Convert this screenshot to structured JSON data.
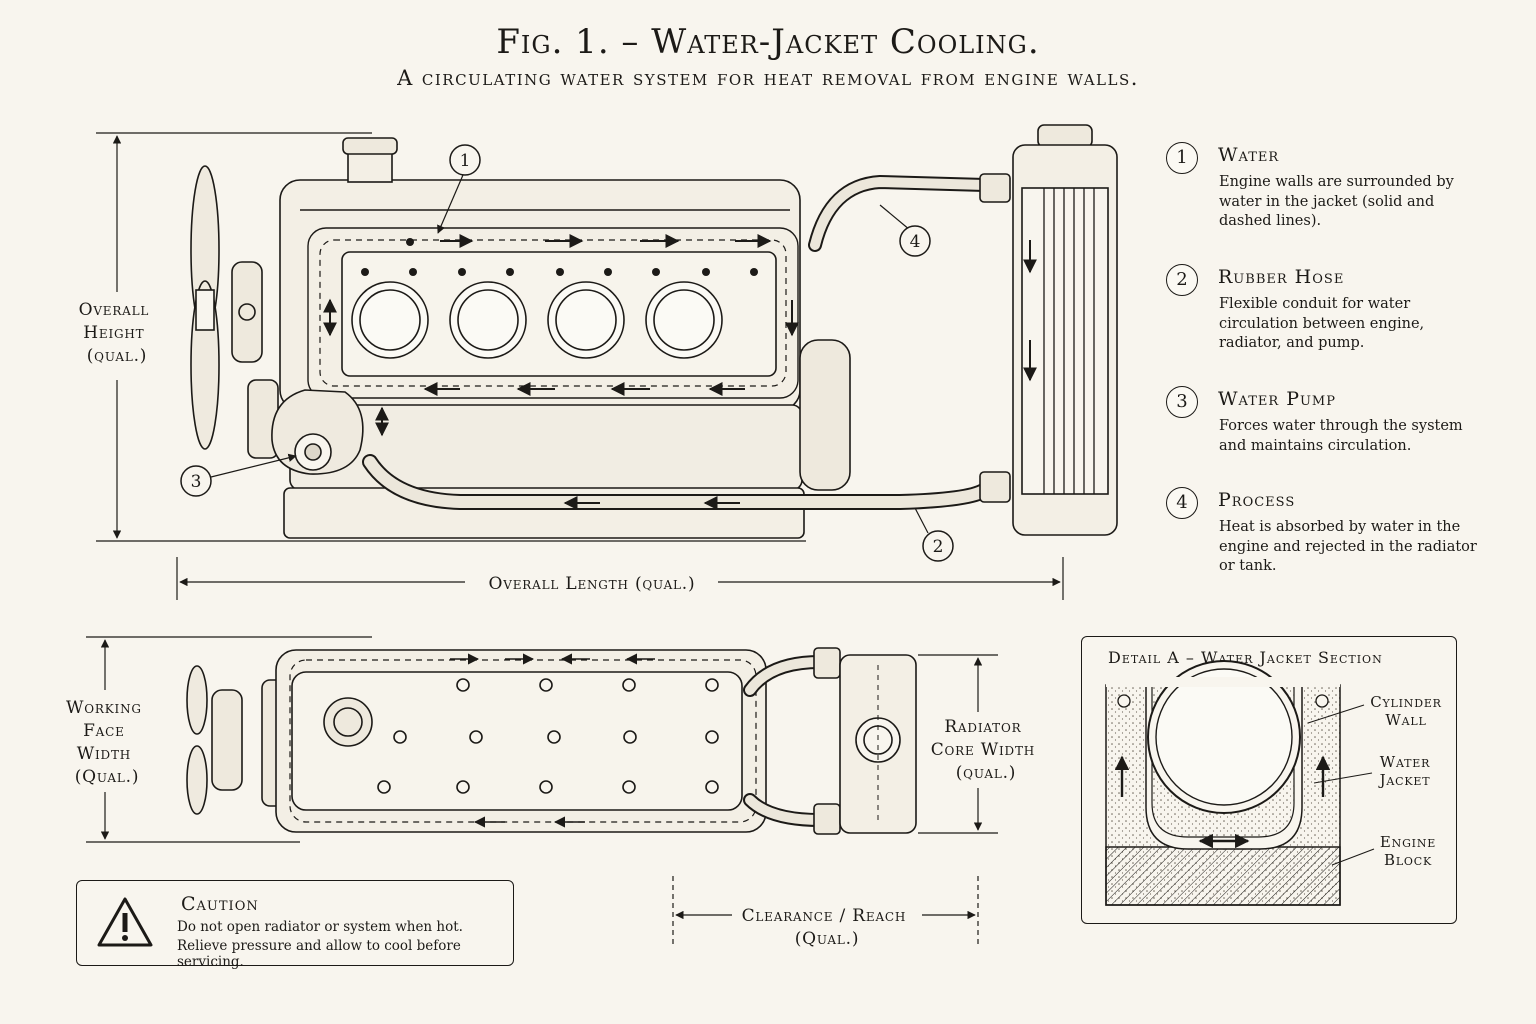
{
  "header": {
    "title": "Fig. 1. – Water-Jacket Cooling.",
    "subtitle": "A circulating water system for heat removal from engine walls."
  },
  "callouts": [
    "1",
    "2",
    "3",
    "4"
  ],
  "dimensions": {
    "overall_height": [
      "Overall",
      "Height",
      "(qual.)"
    ],
    "overall_length": "Overall Length (qual.)",
    "working_face_width": [
      "Working",
      "Face",
      "Width",
      "(Qual.)"
    ],
    "radiator_core_width": [
      "Radiator",
      "Core Width",
      "(qual.)"
    ],
    "clearance_reach": [
      "Clearance / Reach",
      "(Qual.)"
    ]
  },
  "legend": [
    {
      "num": "1",
      "title": "Water",
      "desc": "Engine walls are surrounded by water in the jacket (solid and dashed lines)."
    },
    {
      "num": "2",
      "title": "Rubber Hose",
      "desc": "Flexible conduit for water circulation between engine, radiator, and pump."
    },
    {
      "num": "3",
      "title": "Water Pump",
      "desc": "Forces water through the system and maintains circulation."
    },
    {
      "num": "4",
      "title": "Process",
      "desc": "Heat is absorbed by water in the engine and rejected in the radiator or tank."
    }
  ],
  "caution": {
    "title": "Caution",
    "line1": "Do not open radiator or system when hot.",
    "line2": "Relieve pressure and allow to cool before servicing.",
    "icon": "warning-triangle-icon"
  },
  "detail": {
    "title": "Detail A – Water Jacket Section",
    "labels": {
      "cylinder_wall": [
        "Cylinder",
        "Wall"
      ],
      "water_jacket": [
        "Water",
        "Jacket"
      ],
      "engine_block": [
        "Engine",
        "Block"
      ]
    }
  },
  "colors": {
    "ink": "#1c1a17",
    "paper": "#f8f5ee",
    "shade": "#d8d2c4"
  }
}
